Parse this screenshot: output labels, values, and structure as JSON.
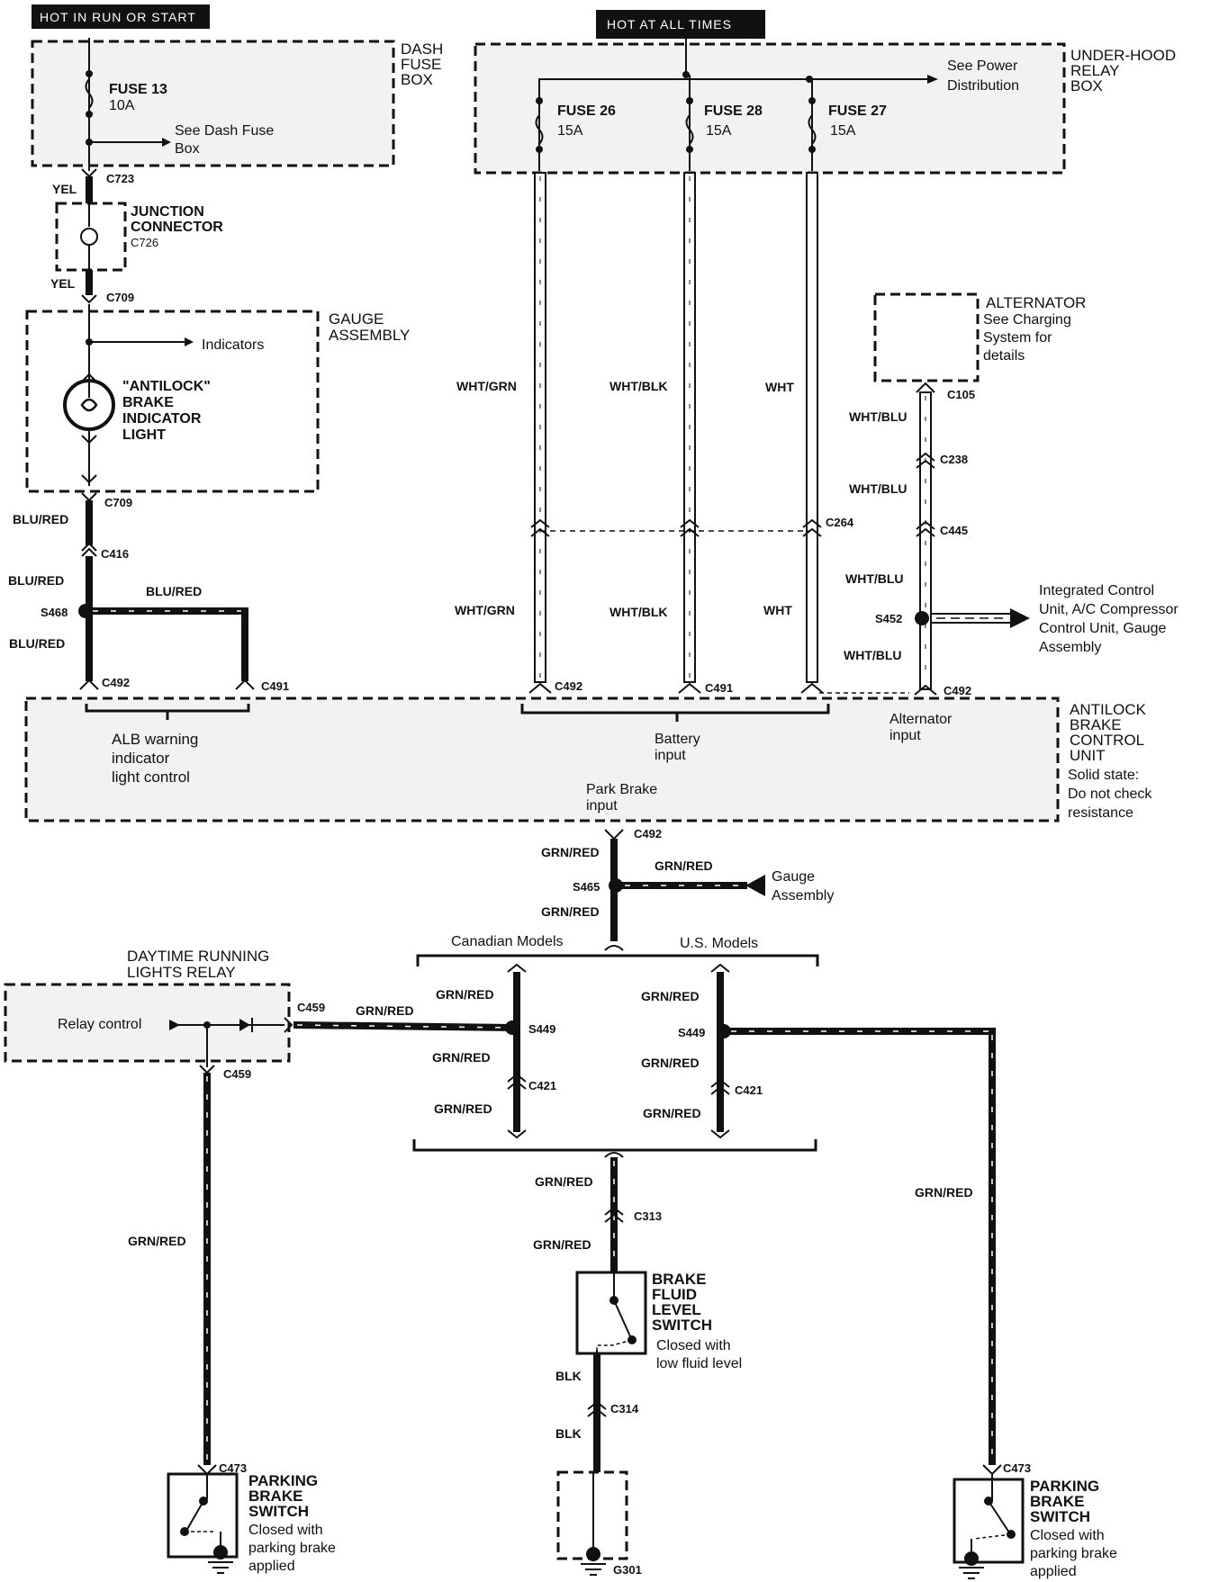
{
  "tags": {
    "hot_run_start": "HOT IN RUN OR START",
    "hot_all_times": "HOT AT ALL TIMES"
  },
  "dash_fuse_box": {
    "title_lines": [
      "DASH",
      "FUSE",
      "BOX"
    ],
    "fuse_name": "FUSE 13",
    "fuse_rating": "10A",
    "ref_lines": [
      "See Dash Fuse",
      "Box"
    ]
  },
  "under_hood": {
    "title_lines": [
      "UNDER-HOOD",
      "RELAY",
      "BOX"
    ],
    "ref_lines": [
      "See Power",
      "Distribution"
    ],
    "fuses": [
      {
        "name": "FUSE 26",
        "rating": "15A"
      },
      {
        "name": "FUSE 28",
        "rating": "15A"
      },
      {
        "name": "FUSE 27",
        "rating": "15A"
      }
    ]
  },
  "junction": {
    "title_lines": [
      "JUNCTION",
      "CONNECTOR"
    ],
    "connector": "C726"
  },
  "gauge_assembly": {
    "title_lines": [
      "GAUGE",
      "ASSEMBLY"
    ],
    "indicators": "Indicators",
    "lamp_lines": [
      "\"ANTILOCK\"",
      "BRAKE",
      "INDICATOR",
      "LIGHT"
    ]
  },
  "alternator": {
    "title": "ALTERNATOR",
    "desc_lines": [
      "See Charging",
      "System for",
      "details"
    ]
  },
  "integrated_lines": [
    "Integrated Control",
    "Unit, A/C Compressor",
    "Control Unit, Gauge",
    "Assembly"
  ],
  "abs_unit": {
    "title_lines": [
      "ANTILOCK",
      "BRAKE",
      "CONTROL",
      "UNIT"
    ],
    "note_lines": [
      "Solid state:",
      "Do not check",
      "resistance"
    ],
    "alb_lines": [
      "ALB warning",
      "indicator",
      "light control"
    ],
    "battery_lines": [
      "Battery",
      "input"
    ],
    "alternator_lines": [
      "Alternator",
      "input"
    ],
    "park_lines": [
      "Park Brake",
      "input"
    ]
  },
  "gauge_ref_lines": [
    "Gauge",
    "Assembly"
  ],
  "models": {
    "canadian": "Canadian Models",
    "us": "U.S. Models"
  },
  "drl": {
    "title_lines": [
      "DAYTIME RUNNING",
      "LIGHTS RELAY"
    ],
    "control": "Relay control"
  },
  "brake_fluid": {
    "title_lines": [
      "BRAKE",
      "FLUID",
      "LEVEL",
      "SWITCH"
    ],
    "desc_lines": [
      "Closed with",
      "low fluid level"
    ]
  },
  "parking_switch": {
    "title_lines": [
      "PARKING",
      "BRAKE",
      "SWITCH"
    ],
    "desc_lines": [
      "Closed with",
      "parking brake",
      "applied"
    ]
  },
  "wires": {
    "yel": "YEL",
    "blu_red": "BLU/RED",
    "wht_grn": "WHT/GRN",
    "wht_blk": "WHT/BLK",
    "wht": "WHT",
    "wht_blu": "WHT/BLU",
    "grn_red": "GRN/RED",
    "blk": "BLK"
  },
  "connectors": {
    "c723": "C723",
    "c709": "C709",
    "c416": "C416",
    "c492": "C492",
    "c491": "C491",
    "c264": "C264",
    "c105": "C105",
    "c238": "C238",
    "c445": "C445",
    "c459": "C459",
    "c421": "C421",
    "c313": "C313",
    "c314": "C314",
    "c473": "C473"
  },
  "splices": {
    "s468": "S468",
    "s452": "S452",
    "s465": "S465",
    "s449": "S449"
  },
  "grounds": {
    "g301": "G301"
  }
}
